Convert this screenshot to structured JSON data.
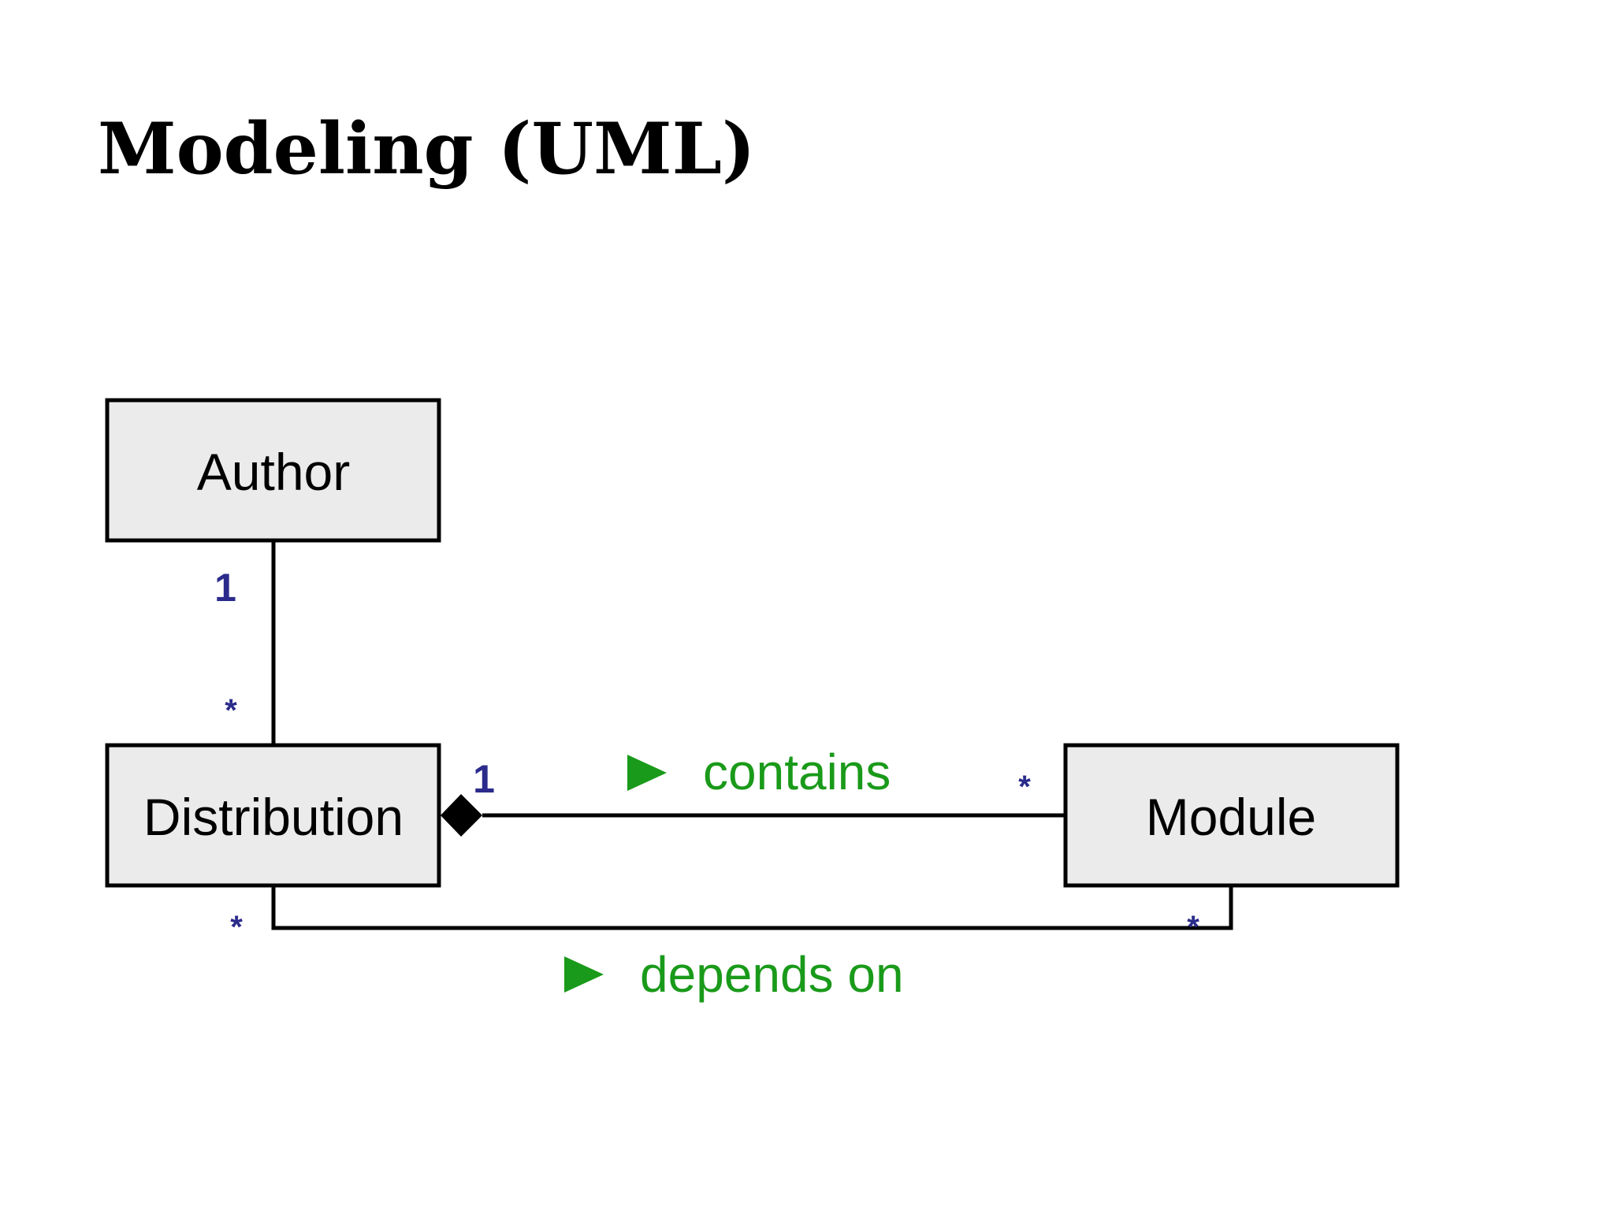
{
  "title": "Modeling (UML)",
  "classes": {
    "author": "Author",
    "distribution": "Distribution",
    "module": "Module"
  },
  "associations": {
    "author_distribution": {
      "author_end": "1",
      "distribution_end": "*"
    },
    "contains": {
      "label": "contains",
      "direction_icon": "right-triangle-icon",
      "kind": "composition",
      "distribution_end": "1",
      "module_end": "*"
    },
    "depends_on": {
      "label": "depends on",
      "direction_icon": "right-triangle-icon",
      "distribution_end": "*",
      "module_end": "*"
    }
  },
  "colors": {
    "class_fill": "#ebebeb",
    "role_label": "#1a9a1a",
    "multiplicity": "#2b2b8c",
    "line": "#000000"
  }
}
